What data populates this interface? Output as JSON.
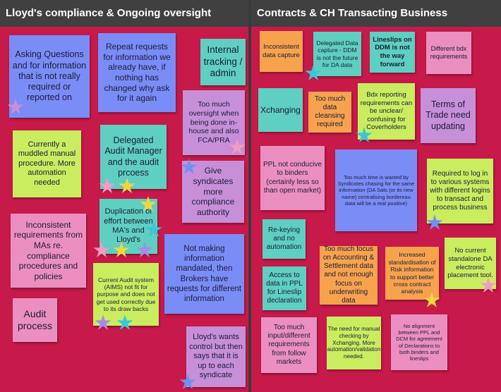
{
  "colors": {
    "background": "#c8184c",
    "header": "#404040",
    "blue": "#7a8cf6",
    "teal": "#5ecfc0",
    "lime": "#c9ed5f",
    "pink": "#eb8fc0",
    "purple": "#c68fd8",
    "orange": "#f7a34e",
    "star_pink": "#f39bc4",
    "star_yellow": "#f0d63e",
    "star_purple": "#a98ae6",
    "star_blue": "#7390f0",
    "star_cyan": "#3cc7d6"
  },
  "left_board": {
    "title": "Lloyd's compliance & Ongoing oversight",
    "notes": [
      {
        "text": "Asking Questions and for information that is not really required or reported on"
      },
      {
        "text": "Repeat requests for information we already have, if nothing has changed why ask for it again"
      },
      {
        "text": "Internal tracking / admin"
      },
      {
        "text": "Too much oversight when being done in-house and also FCA/PRA"
      },
      {
        "text": "Currently a muddled manual procedure. More automation needed"
      },
      {
        "text": "Delegated Audit Manager and the audit prcoess"
      },
      {
        "text": "Give syndicates more compliance authority"
      },
      {
        "text": "Duplication of effort between MA's and Lloyd's"
      },
      {
        "text": "Inconsistent requirements from MAs re. compliance procedures and policies"
      },
      {
        "text": "Not making information mandated, then Brokers have requests for different information"
      },
      {
        "text": "Current Audit system (AIMS) not fit for purpose and does not get used correctly due to its draw backs"
      },
      {
        "text": "Audit process"
      },
      {
        "text": "Lloyd's wants control but then says that it is up to each syndicate"
      }
    ]
  },
  "right_board": {
    "title": "Contracts & CH Transacting Business",
    "notes": [
      {
        "text": "Inconsistent data capture"
      },
      {
        "text": "Delegated Data capture - DDM is not the future for DA data"
      },
      {
        "text": "Lineslips on DDM is not the way forward"
      },
      {
        "text": "Different bdx requirements"
      },
      {
        "text": "Xchanging"
      },
      {
        "text": "Too much data cleansing required"
      },
      {
        "text": "Bdx reporting requirements can be unclear/ confusing for Coverholders"
      },
      {
        "text": "Terms of Trade need updating"
      },
      {
        "text": "PPL not conducive to binders (certainly less so than open market)"
      },
      {
        "text": "Too much time is wasted by Syndicates chasing for the same information (DA Sats (or its new name) centralising bordereau data will be a real positive)"
      },
      {
        "text": "Required to log in to various systems with different logins to transact and process business"
      },
      {
        "text": "Re-keying and no automation"
      },
      {
        "text": "Access to data in PPL for Lineslip declaration"
      },
      {
        "text": "Too much focus on Accounting & Settlement data and not enough focus on underwriting data"
      },
      {
        "text": "Increased standardisation of Risk information to support better cross contract analysis"
      },
      {
        "text": "No current standalone DA electronic placement tool."
      },
      {
        "text": "Too much input/different requirements from follow markets"
      },
      {
        "text": "The need for manual checking by Xchanging. More automation/validation needed."
      },
      {
        "text": "No alignment between PPL and DCM for agreement of Declarations to both binders and lineslips"
      }
    ]
  }
}
